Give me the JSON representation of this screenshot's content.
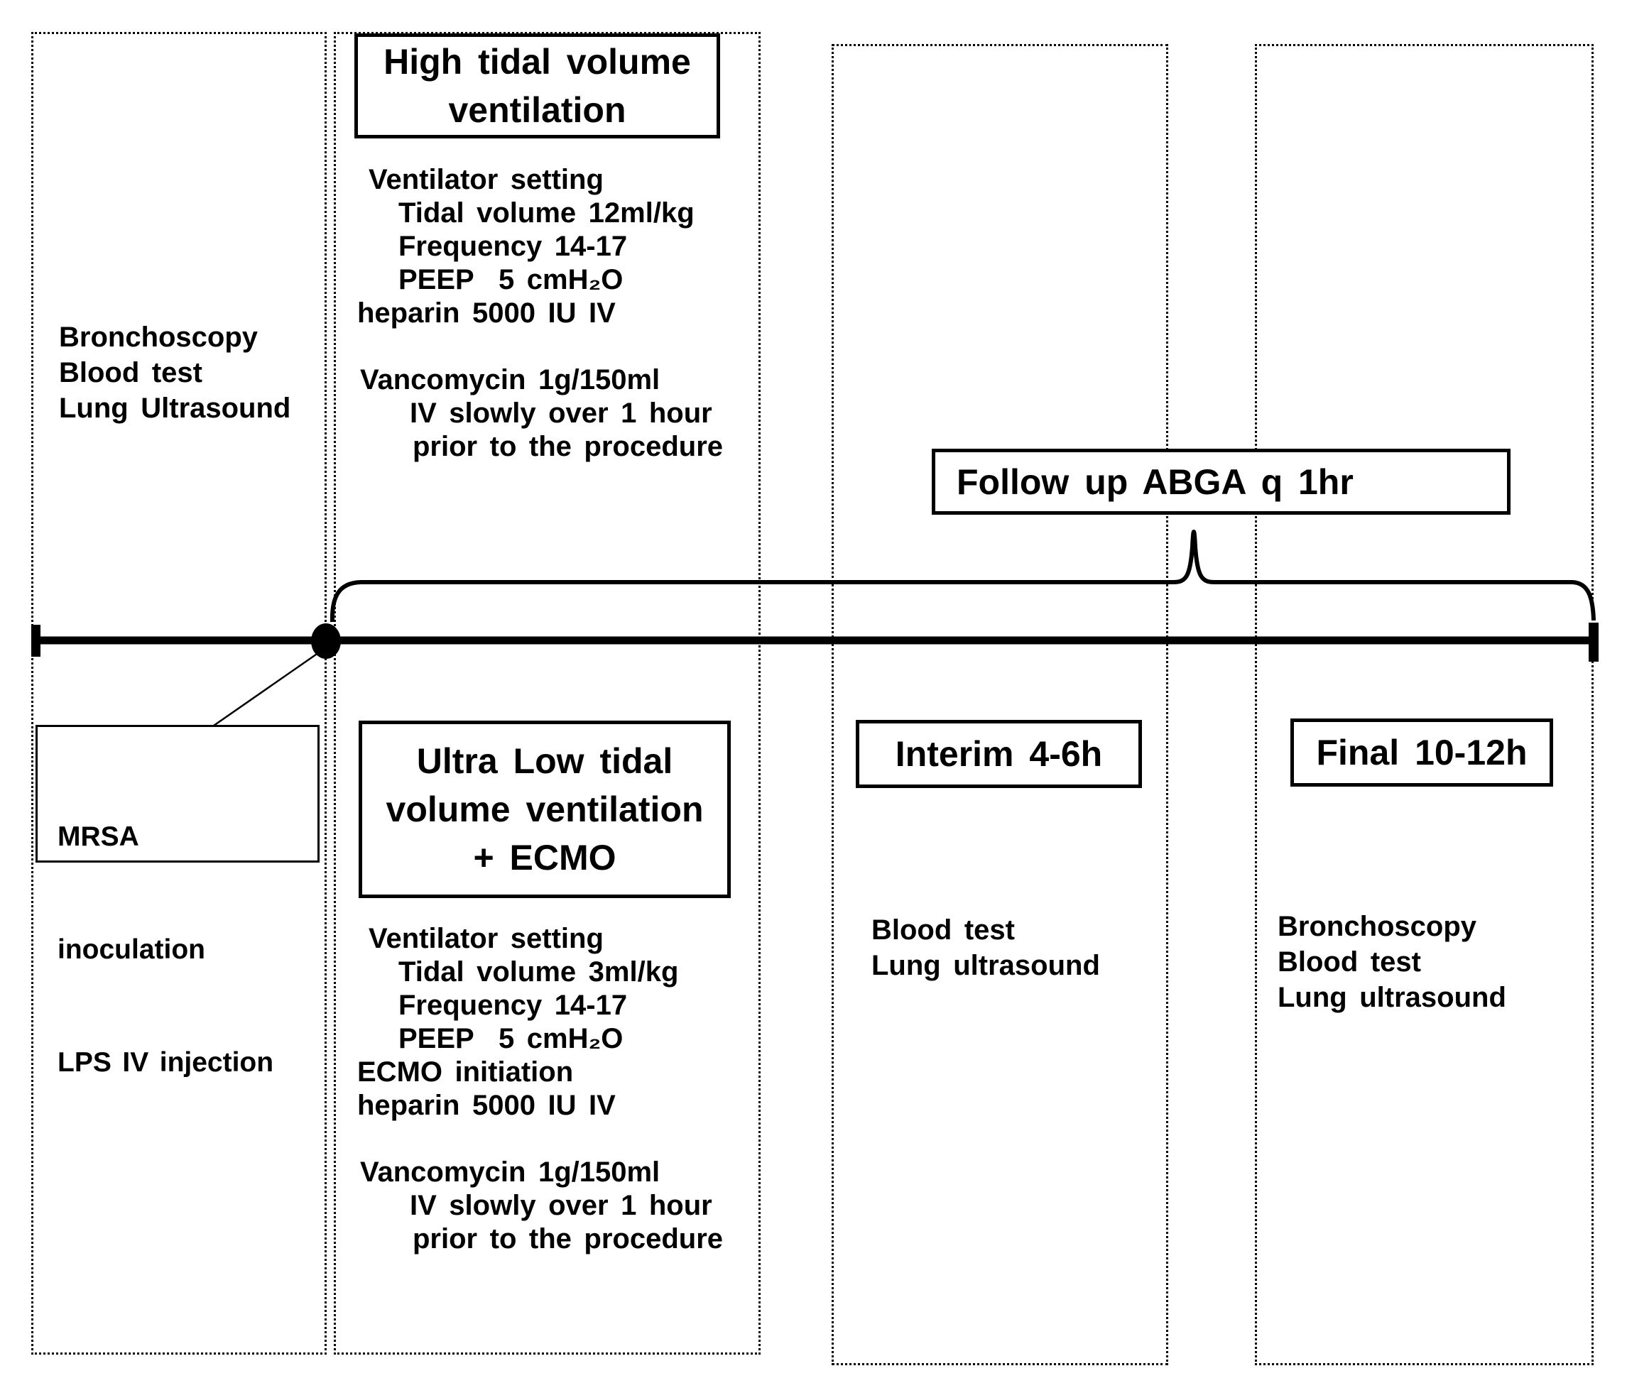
{
  "diagram": {
    "colors": {
      "ink": "#000000",
      "background": "#ffffff"
    },
    "baseline_group": {
      "pre_tests": [
        "Bronchoscopy",
        "Blood test",
        "Lung Ultrasound"
      ],
      "event_box": [
        "MRSA",
        "inoculation",
        "LPS IV injection"
      ]
    },
    "htv_group": {
      "title": [
        "High tidal volume",
        "ventilation"
      ],
      "details": [
        "Ventilator setting",
        "Tidal volume 12ml/kg",
        "Frequency 14-17",
        "PEEP  5 cmH₂O",
        "heparin 5000 IU IV",
        "Vancomycin 1g/150ml",
        "IV slowly over 1 hour",
        "prior to the procedure"
      ]
    },
    "ultra_group": {
      "title": [
        "Ultra Low tidal",
        "volume ventilation",
        "+ ECMO"
      ],
      "details": [
        "Ventilator setting",
        "Tidal volume 3ml/kg",
        "Frequency 14-17",
        "PEEP  5 cmH₂O",
        "ECMO initiation",
        "heparin 5000 IU IV",
        "Vancomycin 1g/150ml",
        "IV slowly over 1 hour",
        "prior to the procedure"
      ]
    },
    "interim_group": {
      "title": "Interim 4-6h",
      "tests": [
        "Blood test",
        "Lung ultrasound"
      ]
    },
    "final_group": {
      "title": "Final 10-12h",
      "tests": [
        "Bronchoscopy",
        "Blood test",
        "Lung ultrasound"
      ]
    },
    "followup_label": "Follow up ABGA q 1hr"
  }
}
